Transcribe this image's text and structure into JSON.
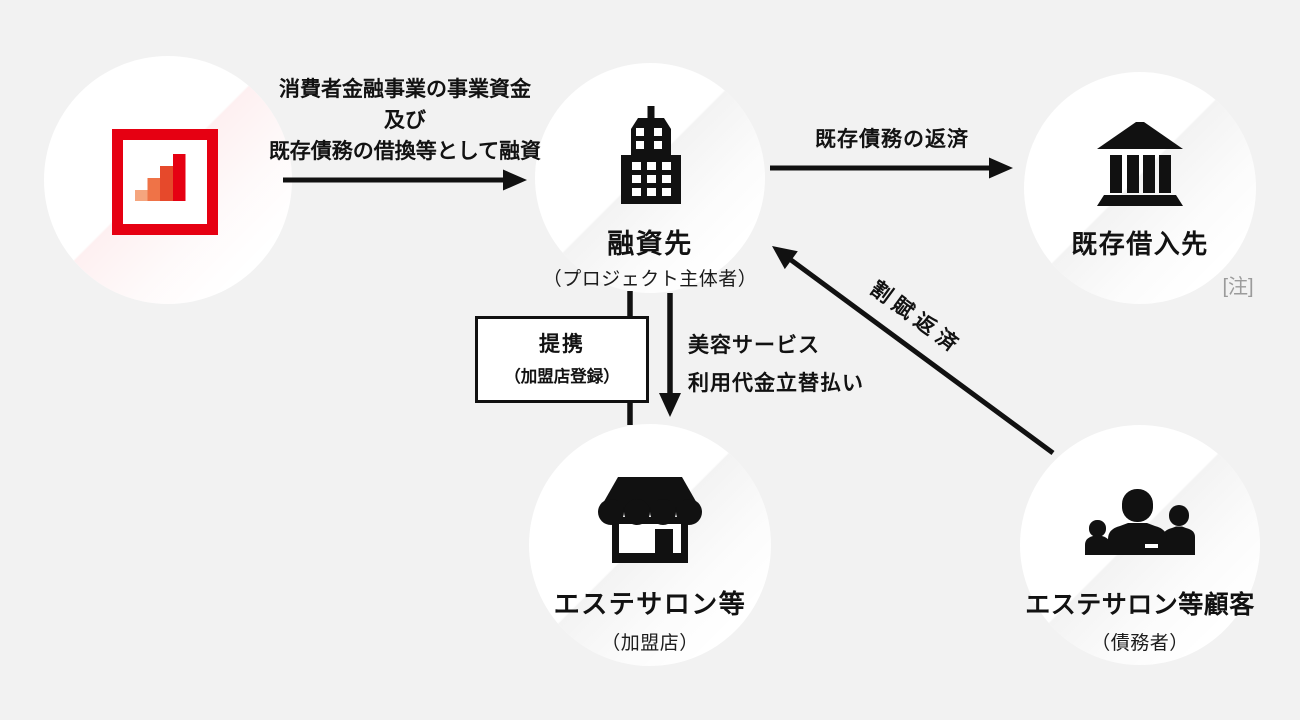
{
  "background_color": "#f2f2f2",
  "brand_color": "#e60012",
  "ink_color": "#111111",
  "note_color": "#9b9b9b",
  "logo_bar_colors": [
    "#f5a57e",
    "#ef7347",
    "#e6492b",
    "#e60012"
  ],
  "nodes": {
    "lender": {
      "icon": "bar-chart-logo"
    },
    "borrower": {
      "title": "融資先",
      "subtitle": "（プロジェクト主体者）",
      "icon": "office-building"
    },
    "existing_lender": {
      "title": "既存借入先",
      "note": "[注]",
      "icon": "bank"
    },
    "salon": {
      "title": "エステサロン等",
      "subtitle": "（加盟店）",
      "icon": "storefront"
    },
    "customers": {
      "title": "エステサロン等顧客",
      "subtitle": "（債務者）",
      "icon": "people"
    }
  },
  "edges": {
    "loan": {
      "lines": [
        "消費者金融事業の事業資金",
        "及び",
        "既存債務の借換等として融資"
      ],
      "from": "lender",
      "to": "borrower"
    },
    "debt_repayment": {
      "label": "既存債務の返済",
      "from": "borrower",
      "to": "existing_lender"
    },
    "partnership": {
      "title": "提携",
      "subtitle": "（加盟店登録）",
      "from": "borrower",
      "to": "salon"
    },
    "advance_payment": {
      "lines": [
        "美容サービス",
        "利用代金立替払い"
      ],
      "from": "borrower",
      "to": "salon"
    },
    "installment_repayment": {
      "label": "割賦返済",
      "from": "customers",
      "to": "borrower"
    }
  }
}
